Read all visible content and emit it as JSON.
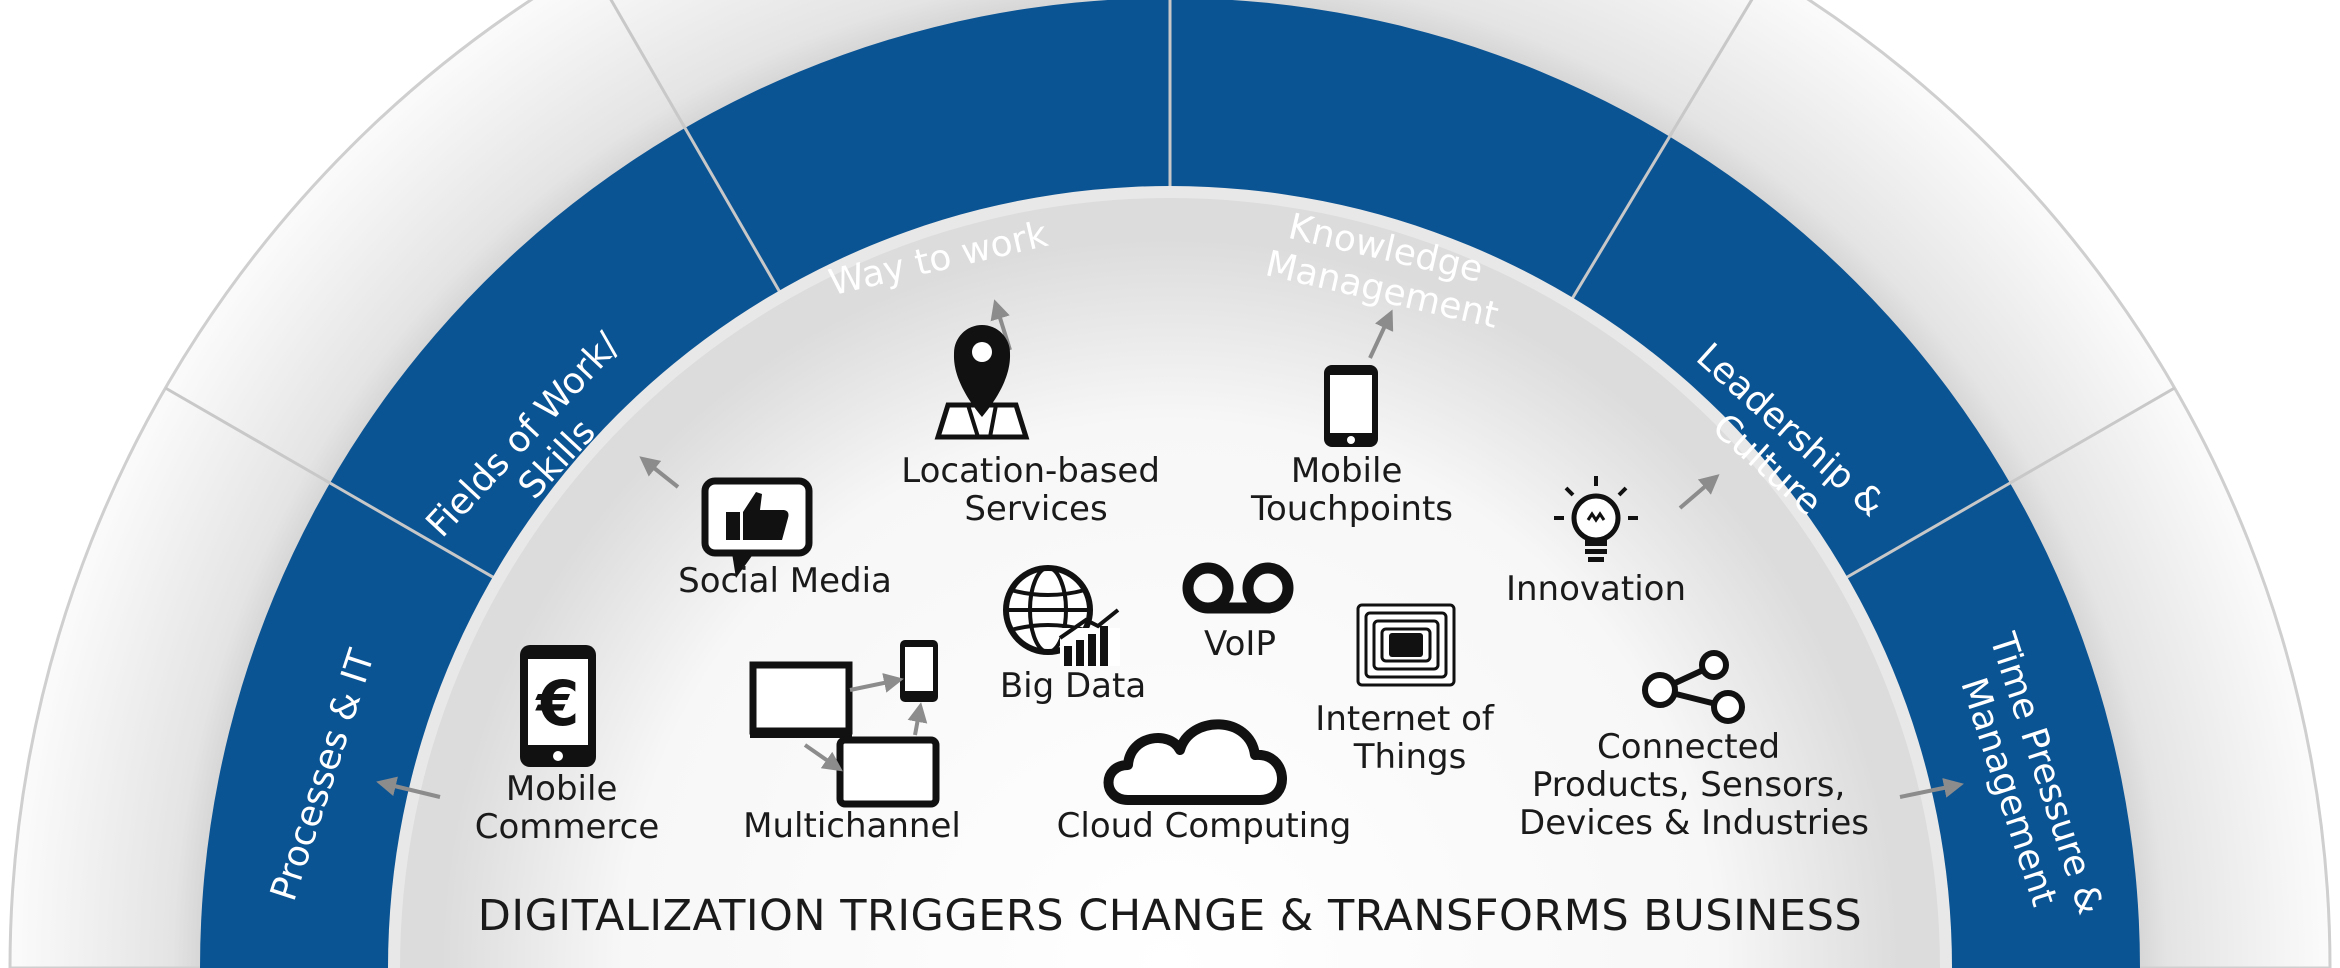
{
  "ring_segments": [
    {
      "label_lines": [
        "Processes & IT"
      ]
    },
    {
      "label_lines": [
        "Fields of Work/",
        "Skills"
      ]
    },
    {
      "label_lines": [
        "Way to work"
      ]
    },
    {
      "label_lines": [
        "Knowledge",
        "Management"
      ]
    },
    {
      "label_lines": [
        "Leadership &",
        "Culture"
      ]
    },
    {
      "label_lines": [
        "Time Pressure &",
        "Management"
      ]
    }
  ],
  "technologies": [
    {
      "icon": "euro-phone-icon",
      "label_lines": [
        "Mobile",
        "Commerce"
      ]
    },
    {
      "icon": "multichannel-devices-icon",
      "label_lines": [
        "Multichannel"
      ]
    },
    {
      "icon": "thumbs-up-icon",
      "label_lines": [
        "Social Media"
      ]
    },
    {
      "icon": "map-pin-icon",
      "label_lines": [
        "Location-based",
        "Services"
      ]
    },
    {
      "icon": "globe-chart-icon",
      "label_lines": [
        "Big Data"
      ]
    },
    {
      "icon": "voicemail-icon",
      "label_lines": [
        "VoIP"
      ]
    },
    {
      "icon": "smartphone-icon",
      "label_lines": [
        "Mobile",
        "Touchpoints"
      ]
    },
    {
      "icon": "cloud-icon",
      "label_lines": [
        "Cloud Computing"
      ]
    },
    {
      "icon": "rfid-chip-icon",
      "label_lines": [
        "Internet of",
        "Things"
      ]
    },
    {
      "icon": "lightbulb-icon",
      "label_lines": [
        "Innovation"
      ]
    },
    {
      "icon": "share-nodes-icon",
      "label_lines": [
        "Connected",
        "Products, Sensors,",
        "Devices & Industries"
      ]
    }
  ],
  "footer": {
    "text": "DIGITALIZATION TRIGGERS CHANGE & TRANSFORMS BUSINESS"
  },
  "colors": {
    "ring_blue": "#0b5494",
    "outer_grey": "#e6e6e6",
    "arrow_grey": "#8c8c8c",
    "icon_black": "#111111"
  }
}
